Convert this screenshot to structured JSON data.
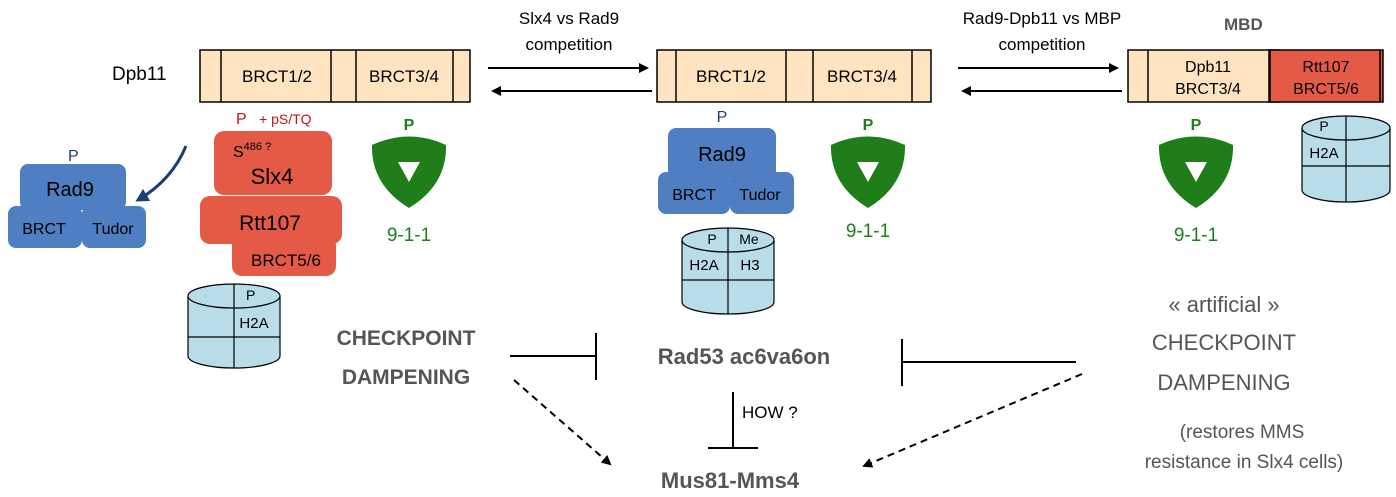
{
  "labels": {
    "dpb11": "Dpb11",
    "comp1_line1": "Slx4 vs Rad9",
    "comp1_line2": "competition",
    "comp2_line1": "Rad9-Dpb11 vs MBP",
    "comp2_line2": "competition",
    "mbd": "MBD",
    "rad53": "Rad53 ac6va6on",
    "how": "HOW ?",
    "mus81": "Mus81-Mms4",
    "cd_line1": "CHECKPOINT",
    "cd_line2": "DAMPENING",
    "art_line1": "« artificial »",
    "art_line2": "CHECKPOINT",
    "art_line3": "DAMPENING",
    "restores_line1": "(restores MMS",
    "restores_line2": "resistance in Slx4    cells)"
  },
  "panel_left": {
    "brct12": "BRCT1/2",
    "brct34": "BRCT3/4",
    "p_red": "P",
    "ps_tq": "+ pS/TQ",
    "s486": "S",
    "s486_sup": "486 ?",
    "slx4": "Slx4",
    "rtt107": "Rtt107",
    "brct56": "BRCT5/6",
    "rad9_p": "P",
    "rad9": "Rad9",
    "rad9_brct": "BRCT",
    "rad9_tudor": "Tudor",
    "p911": "P",
    "n911": "9-1-1",
    "nuc_p": "P",
    "nuc_h2a": "H2A"
  },
  "panel_mid": {
    "brct12": "BRCT1/2",
    "brct34": "BRCT3/4",
    "rad9_p": "P",
    "rad9": "Rad9",
    "rad9_brct": "BRCT",
    "rad9_tudor": "Tudor",
    "nuc_p": "P",
    "nuc_me": "Me",
    "nuc_h2a": "H2A",
    "nuc_h3": "H3",
    "p911": "P",
    "n911": "9-1-1"
  },
  "panel_right": {
    "dpb11_line1": "Dpb11",
    "dpb11_line2": "BRCT3/4",
    "rtt107_line1": "Rtt107",
    "rtt107_line2": "BRCT5/6",
    "p911": "P",
    "n911": "9-1-1",
    "nuc_p": "P",
    "nuc_h2a": "H2A"
  },
  "colors": {
    "beige": "#fde3bf",
    "blue": "#4f7fc2",
    "red": "#e55a47",
    "green": "#1f7d1a",
    "nucleosome": "#b8dce8",
    "dark_red": "#c0141c",
    "gray_text": "#555555"
  }
}
